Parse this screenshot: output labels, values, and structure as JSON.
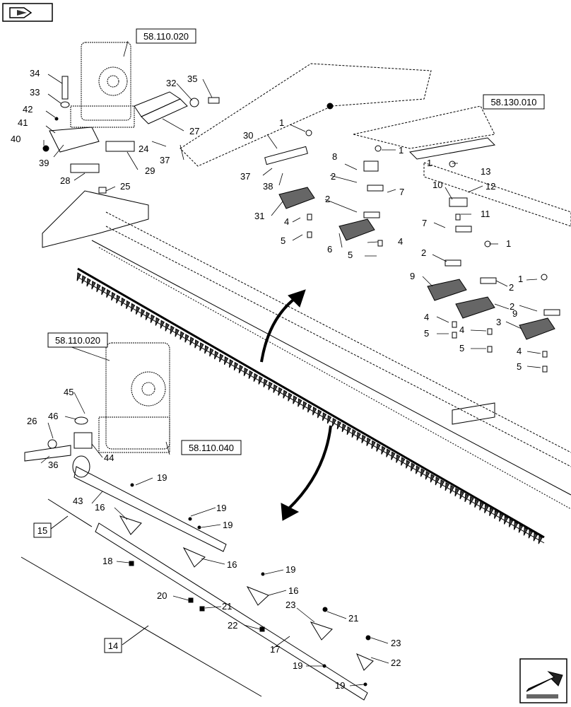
{
  "references": {
    "top_left": "58.110.020",
    "top_right": "58.130.010",
    "mid_left": "58.110.020",
    "mid_right": "58.110.040"
  },
  "boxed_labels": {
    "fifteen": "15",
    "fourteen": "14"
  },
  "part_labels": [
    {
      "id": "p34",
      "text": "34"
    },
    {
      "id": "p33",
      "text": "33"
    },
    {
      "id": "p42",
      "text": "42"
    },
    {
      "id": "p41",
      "text": "41"
    },
    {
      "id": "p40",
      "text": "40"
    },
    {
      "id": "p39",
      "text": "39"
    },
    {
      "id": "p28",
      "text": "28"
    },
    {
      "id": "p25",
      "text": "25"
    },
    {
      "id": "p32",
      "text": "32"
    },
    {
      "id": "p35",
      "text": "35"
    },
    {
      "id": "p27",
      "text": "27"
    },
    {
      "id": "p24",
      "text": "24"
    },
    {
      "id": "p37a",
      "text": "37"
    },
    {
      "id": "p29",
      "text": "29"
    },
    {
      "id": "p30",
      "text": "30"
    },
    {
      "id": "p37b",
      "text": "37"
    },
    {
      "id": "p38",
      "text": "38"
    },
    {
      "id": "p1a",
      "text": "1"
    },
    {
      "id": "p1b",
      "text": "1"
    },
    {
      "id": "p8",
      "text": "8"
    },
    {
      "id": "p2a",
      "text": "2"
    },
    {
      "id": "p7a",
      "text": "7"
    },
    {
      "id": "p2b",
      "text": "2"
    },
    {
      "id": "p31",
      "text": "31"
    },
    {
      "id": "p4a",
      "text": "4"
    },
    {
      "id": "p5a",
      "text": "5"
    },
    {
      "id": "p6",
      "text": "6"
    },
    {
      "id": "p4b",
      "text": "4"
    },
    {
      "id": "p5b",
      "text": "5"
    },
    {
      "id": "p1c",
      "text": "1"
    },
    {
      "id": "p13",
      "text": "13"
    },
    {
      "id": "p10",
      "text": "10"
    },
    {
      "id": "p12",
      "text": "12"
    },
    {
      "id": "p11",
      "text": "11"
    },
    {
      "id": "p7b",
      "text": "7"
    },
    {
      "id": "p1d",
      "text": "1"
    },
    {
      "id": "p2c",
      "text": "2"
    },
    {
      "id": "p1e",
      "text": "1"
    },
    {
      "id": "p9a",
      "text": "9"
    },
    {
      "id": "p2d",
      "text": "2"
    },
    {
      "id": "p2e",
      "text": "2"
    },
    {
      "id": "p9b",
      "text": "9"
    },
    {
      "id": "p4c",
      "text": "4"
    },
    {
      "id": "p3",
      "text": "3"
    },
    {
      "id": "p5c",
      "text": "5"
    },
    {
      "id": "p4d",
      "text": "4"
    },
    {
      "id": "p5d",
      "text": "5"
    },
    {
      "id": "p4e",
      "text": "4"
    },
    {
      "id": "p5e",
      "text": "5"
    },
    {
      "id": "p45",
      "text": "45"
    },
    {
      "id": "p46",
      "text": "46"
    },
    {
      "id": "p26",
      "text": "26"
    },
    {
      "id": "p44",
      "text": "44"
    },
    {
      "id": "p36",
      "text": "36"
    },
    {
      "id": "p43",
      "text": "43"
    },
    {
      "id": "p19a",
      "text": "19"
    },
    {
      "id": "p16a",
      "text": "16"
    },
    {
      "id": "p19b",
      "text": "19"
    },
    {
      "id": "p19c",
      "text": "19"
    },
    {
      "id": "p18",
      "text": "18"
    },
    {
      "id": "p16b",
      "text": "16"
    },
    {
      "id": "p19d",
      "text": "19"
    },
    {
      "id": "p16c",
      "text": "16"
    },
    {
      "id": "p20",
      "text": "20"
    },
    {
      "id": "p21a",
      "text": "21"
    },
    {
      "id": "p22a",
      "text": "22"
    },
    {
      "id": "p23a",
      "text": "23"
    },
    {
      "id": "p21b",
      "text": "21"
    },
    {
      "id": "p17",
      "text": "17"
    },
    {
      "id": "p23b",
      "text": "23"
    },
    {
      "id": "p22b",
      "text": "22"
    },
    {
      "id": "p19e",
      "text": "19"
    },
    {
      "id": "p19f",
      "text": "19"
    }
  ],
  "icons": {
    "top_left": "book-arrow-icon",
    "bottom_right": "return-arrow-icon"
  }
}
